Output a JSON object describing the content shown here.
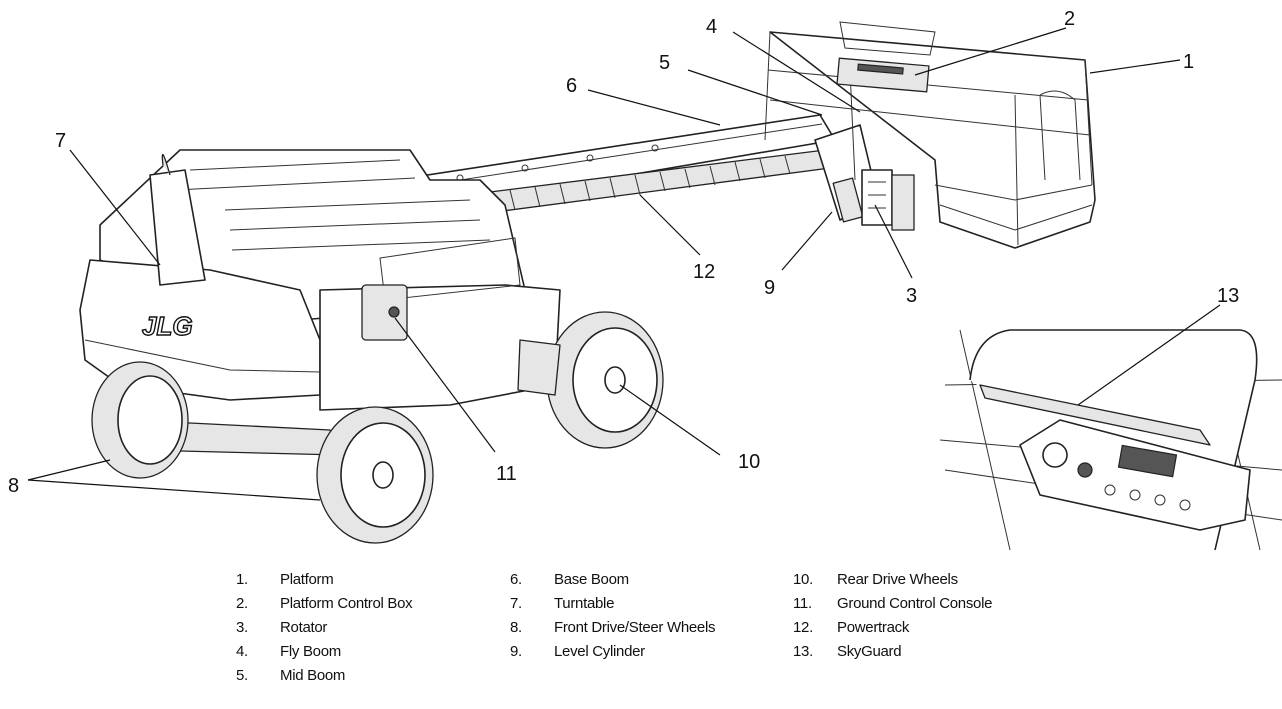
{
  "callouts": [
    {
      "n": "1",
      "label": "Platform"
    },
    {
      "n": "2",
      "label": "Platform Control Box"
    },
    {
      "n": "3",
      "label": "Rotator"
    },
    {
      "n": "4",
      "label": "Fly Boom"
    },
    {
      "n": "5",
      "label": "Mid Boom"
    },
    {
      "n": "6",
      "label": "Base Boom"
    },
    {
      "n": "7",
      "label": "Turntable"
    },
    {
      "n": "8",
      "label": "Front Drive/Steer Wheels"
    },
    {
      "n": "9",
      "label": "Level Cylinder"
    },
    {
      "n": "10",
      "label": "Rear Drive Wheels"
    },
    {
      "n": "11",
      "label": "Ground Control Console"
    },
    {
      "n": "12",
      "label": "Powertrack"
    },
    {
      "n": "13",
      "label": "SkyGuard"
    }
  ],
  "legend_numbers": [
    "1.",
    "2.",
    "3.",
    "4.",
    "5.",
    "6.",
    "7.",
    "8.",
    "9.",
    "10.",
    "11.",
    "12.",
    "13."
  ],
  "logo_text": "JLG"
}
